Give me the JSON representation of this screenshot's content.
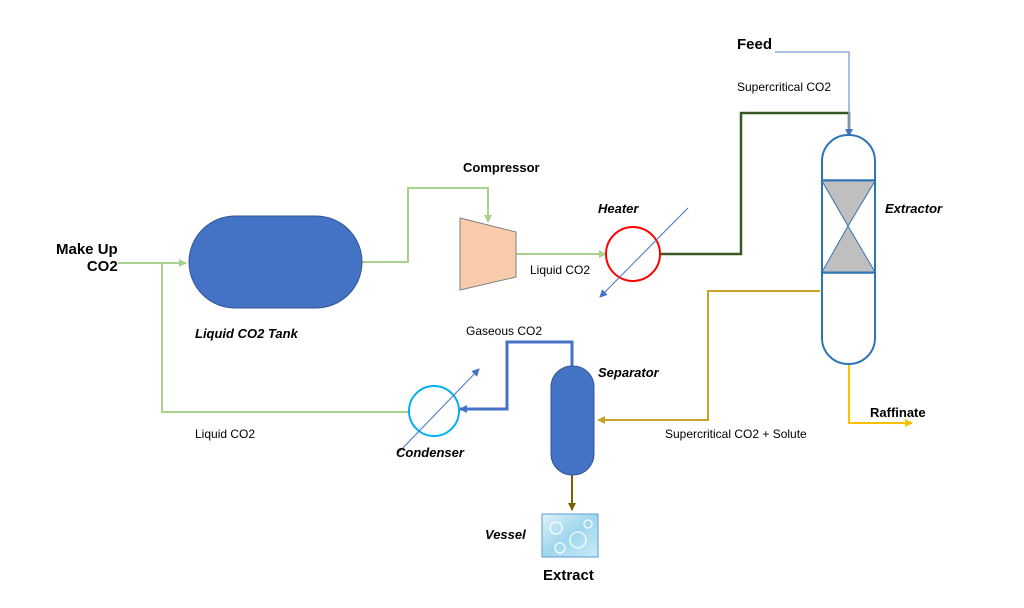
{
  "labels": {
    "make_up_line1": "Make Up",
    "make_up_line2": "CO2",
    "liquid_co2_tank": "Liquid CO2 Tank",
    "compressor": "Compressor",
    "heater": "Heater",
    "liquid_co2_top": "Liquid CO2",
    "feed": "Feed",
    "supercritical_co2": "Supercritical CO2",
    "extractor": "Extractor",
    "gaseous_co2": "Gaseous CO2",
    "separator": "Separator",
    "raffinate": "Raffinate",
    "liquid_co2_bottom": "Liquid CO2",
    "condenser": "Condenser",
    "supercritical_solute": "Supercritical CO2 + Solute",
    "vessel": "Vessel",
    "extract": "Extract"
  },
  "colors": {
    "light_green_line": "#a9d18e",
    "dark_green_line": "#385723",
    "blue_line": "#4472c4",
    "light_blue_line": "#8faadc",
    "gold_line": "#c9a227",
    "yellow_line": "#ffc000",
    "brown_line": "#7f6000",
    "tank_fill": "#4472c4",
    "compressor_fill": "#f8cbad",
    "heater_stroke": "#ff0000",
    "condenser_stroke": "#00b0f0",
    "extractor_stroke": "#2e75b6",
    "extractor_fill": "#bfbfbf"
  }
}
